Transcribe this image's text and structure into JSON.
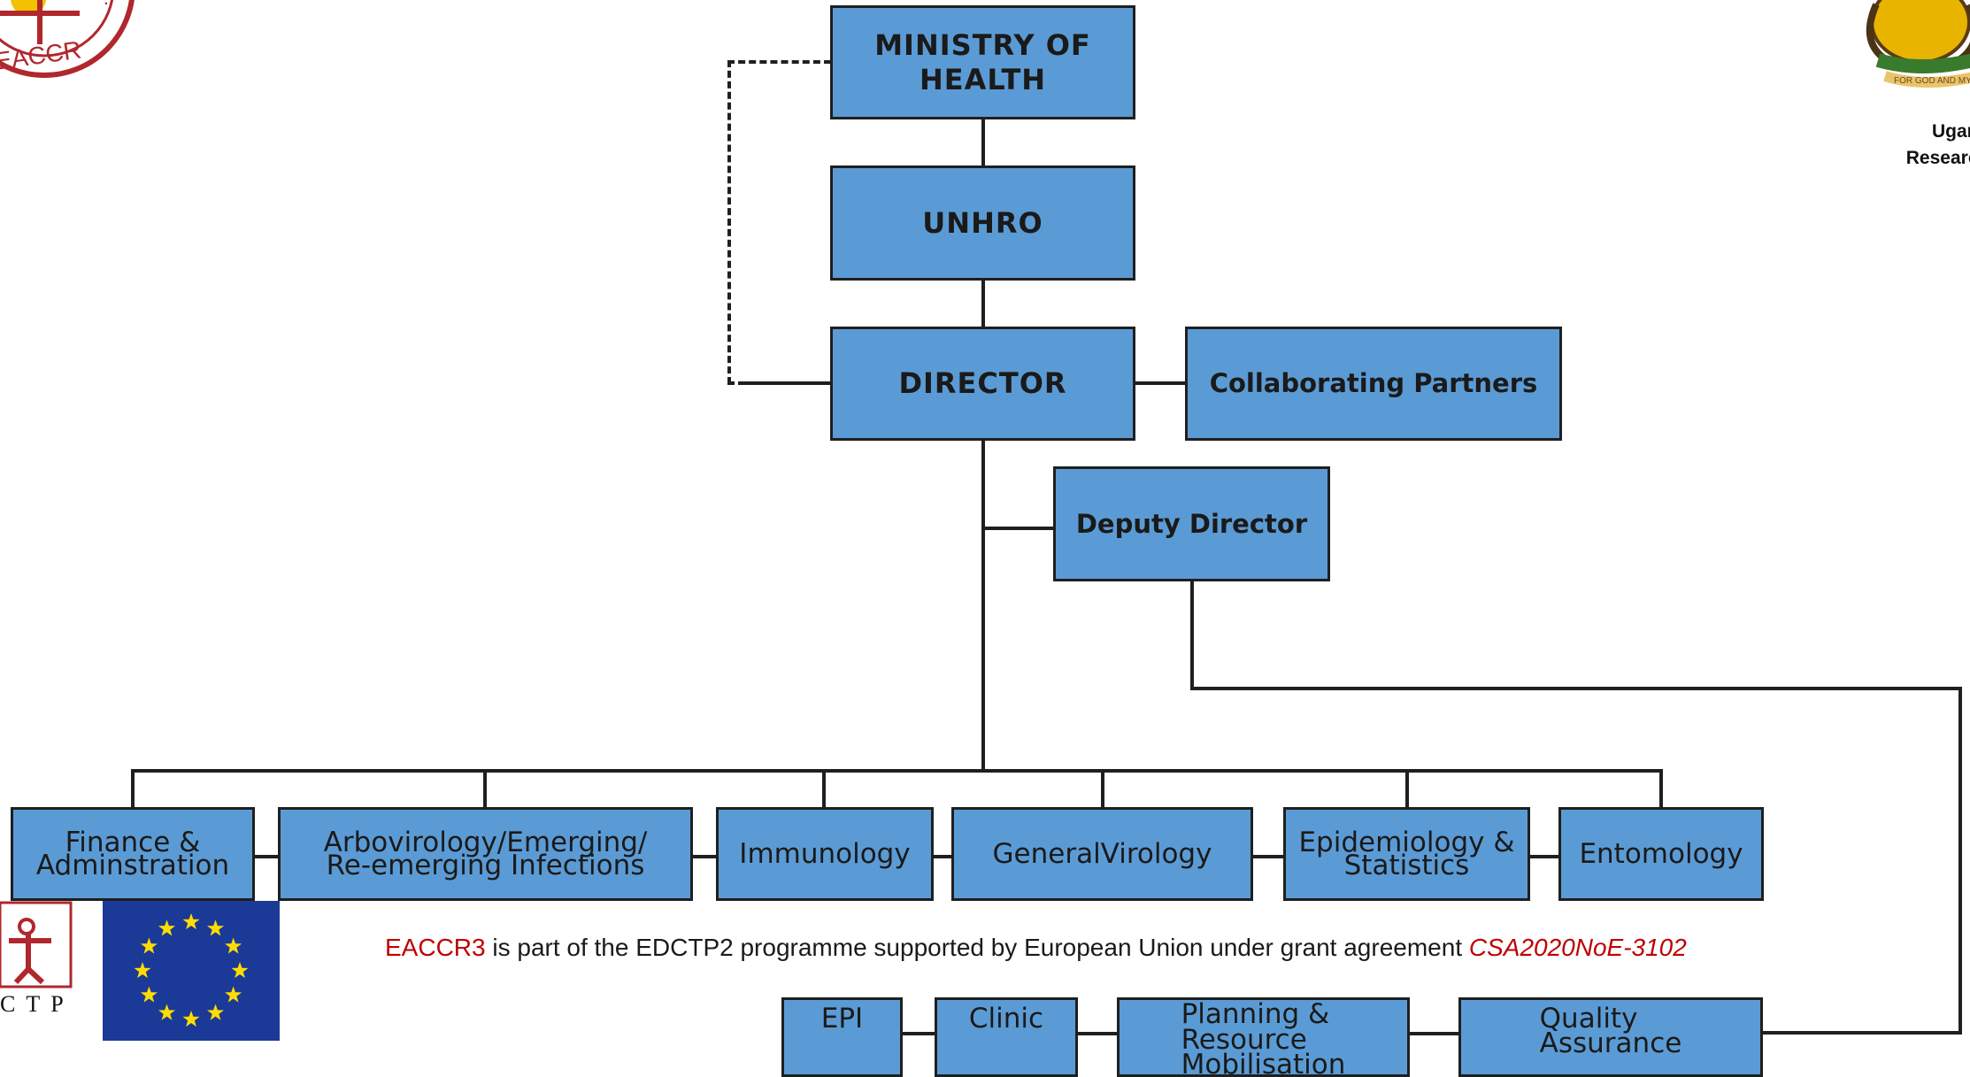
{
  "org_chart": {
    "top": {
      "ministry": "MINISTRY OF\n  HEALTH",
      "unhro": "UNHRO",
      "director": "DIRECTOR",
      "partners": "Collaborating  Partners",
      "deputy": "Deputy Director"
    },
    "units": [
      "Finance &\nAdminstration",
      "Arbovirology/Emerging/\nRe-emerging Infections",
      "Immunology",
      "GeneralVirology",
      "Epidemiology &\nStatistics",
      "Entomology"
    ],
    "sub_units": [
      "EPI",
      "Clinic",
      "Planning &\n    Resource\n    Mobilisation",
      "Quality\nAssurance"
    ]
  },
  "footer": {
    "prefix": "EACCR3",
    "middle": " is part of the EDCTP2 programme supported by European Union under grant agreement ",
    "grant": "CSA2020NoE-3102"
  },
  "logos": {
    "eaccr": "EACCR",
    "uvri_line1": "Uganda",
    "uvri_line2": "Research I",
    "edctp": "CTP",
    "seal_motto": "FOR GOD AND MY"
  },
  "colors": {
    "box_fill": "#5b9bd5",
    "box_border": "#1f1f1f",
    "footer_red": "#c00000",
    "eu_blue": "#1b3a97",
    "eu_star": "#ffdd00",
    "logo_red": "#b0272d"
  }
}
